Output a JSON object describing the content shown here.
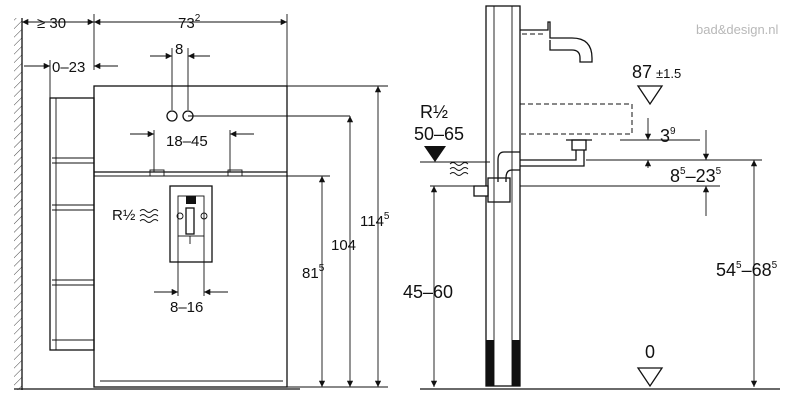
{
  "watermark": "bad&design.nl",
  "front_view": {
    "wall_gap": "≥ 30",
    "width_main": "73",
    "width_sup": "2",
    "tap_spacing": "8",
    "frame_offset": "0–23",
    "fixing_spacing": "18–45",
    "supply_label": "R½",
    "lower_spacing": "8–16",
    "h_815_main": "81",
    "h_815_sup": "5",
    "h_104": "104",
    "h_1145_main": "114",
    "h_1145_sup": "5"
  },
  "side_view": {
    "top_height_main": "87",
    "top_height_tol": "±1.5",
    "drain_size": "R½",
    "drain_range": "50–65",
    "offset_main": "3",
    "offset_sup": "9",
    "range_a1": "8",
    "range_a1_sup": "5",
    "range_sep": "–23",
    "range_a2_sup": "5",
    "supply_range": "45–60",
    "floor_label": "0",
    "basin_a1": "54",
    "basin_a1_sup": "5",
    "basin_sep": "–68",
    "basin_a2_sup": "5"
  }
}
